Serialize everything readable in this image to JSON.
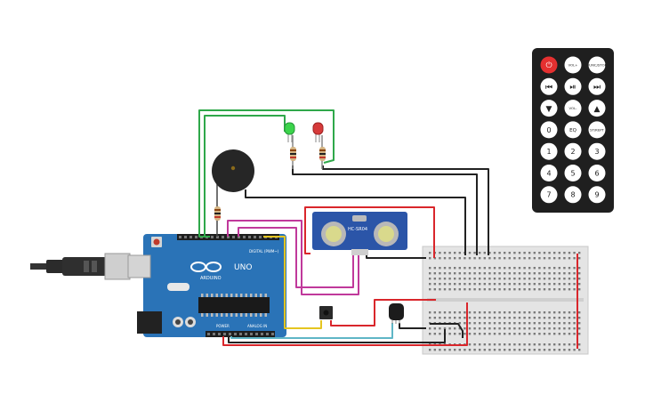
{
  "arduino": {
    "brand": "ARDUINO",
    "model": "UNO",
    "digital_label": "DIGITAL (PWM~)",
    "power_label": "POWER",
    "analog_label": "ANALOG IN"
  },
  "sensor": {
    "label": "HC-SR04"
  },
  "remote": {
    "buttons": [
      "power",
      "VOL+",
      "FUNC/STOP",
      "prev",
      "play-pause",
      "next",
      "down",
      "VOL-",
      "up",
      "0",
      "EQ",
      "ST/REPT",
      "1",
      "2",
      "3",
      "4",
      "5",
      "6",
      "7",
      "8",
      "9"
    ]
  },
  "colors": {
    "board": "#2a73b7",
    "wire_green": "#2fa84a",
    "wire_red": "#d9262b",
    "wire_black": "#222222",
    "wire_magenta": "#c0399b",
    "wire_yellow": "#e5c520",
    "wire_cyan": "#5fb6c6",
    "remote_body": "#1f1f1f",
    "remote_power": "#e53030",
    "led_green": "#3bd44b",
    "led_red": "#d63a3a"
  }
}
